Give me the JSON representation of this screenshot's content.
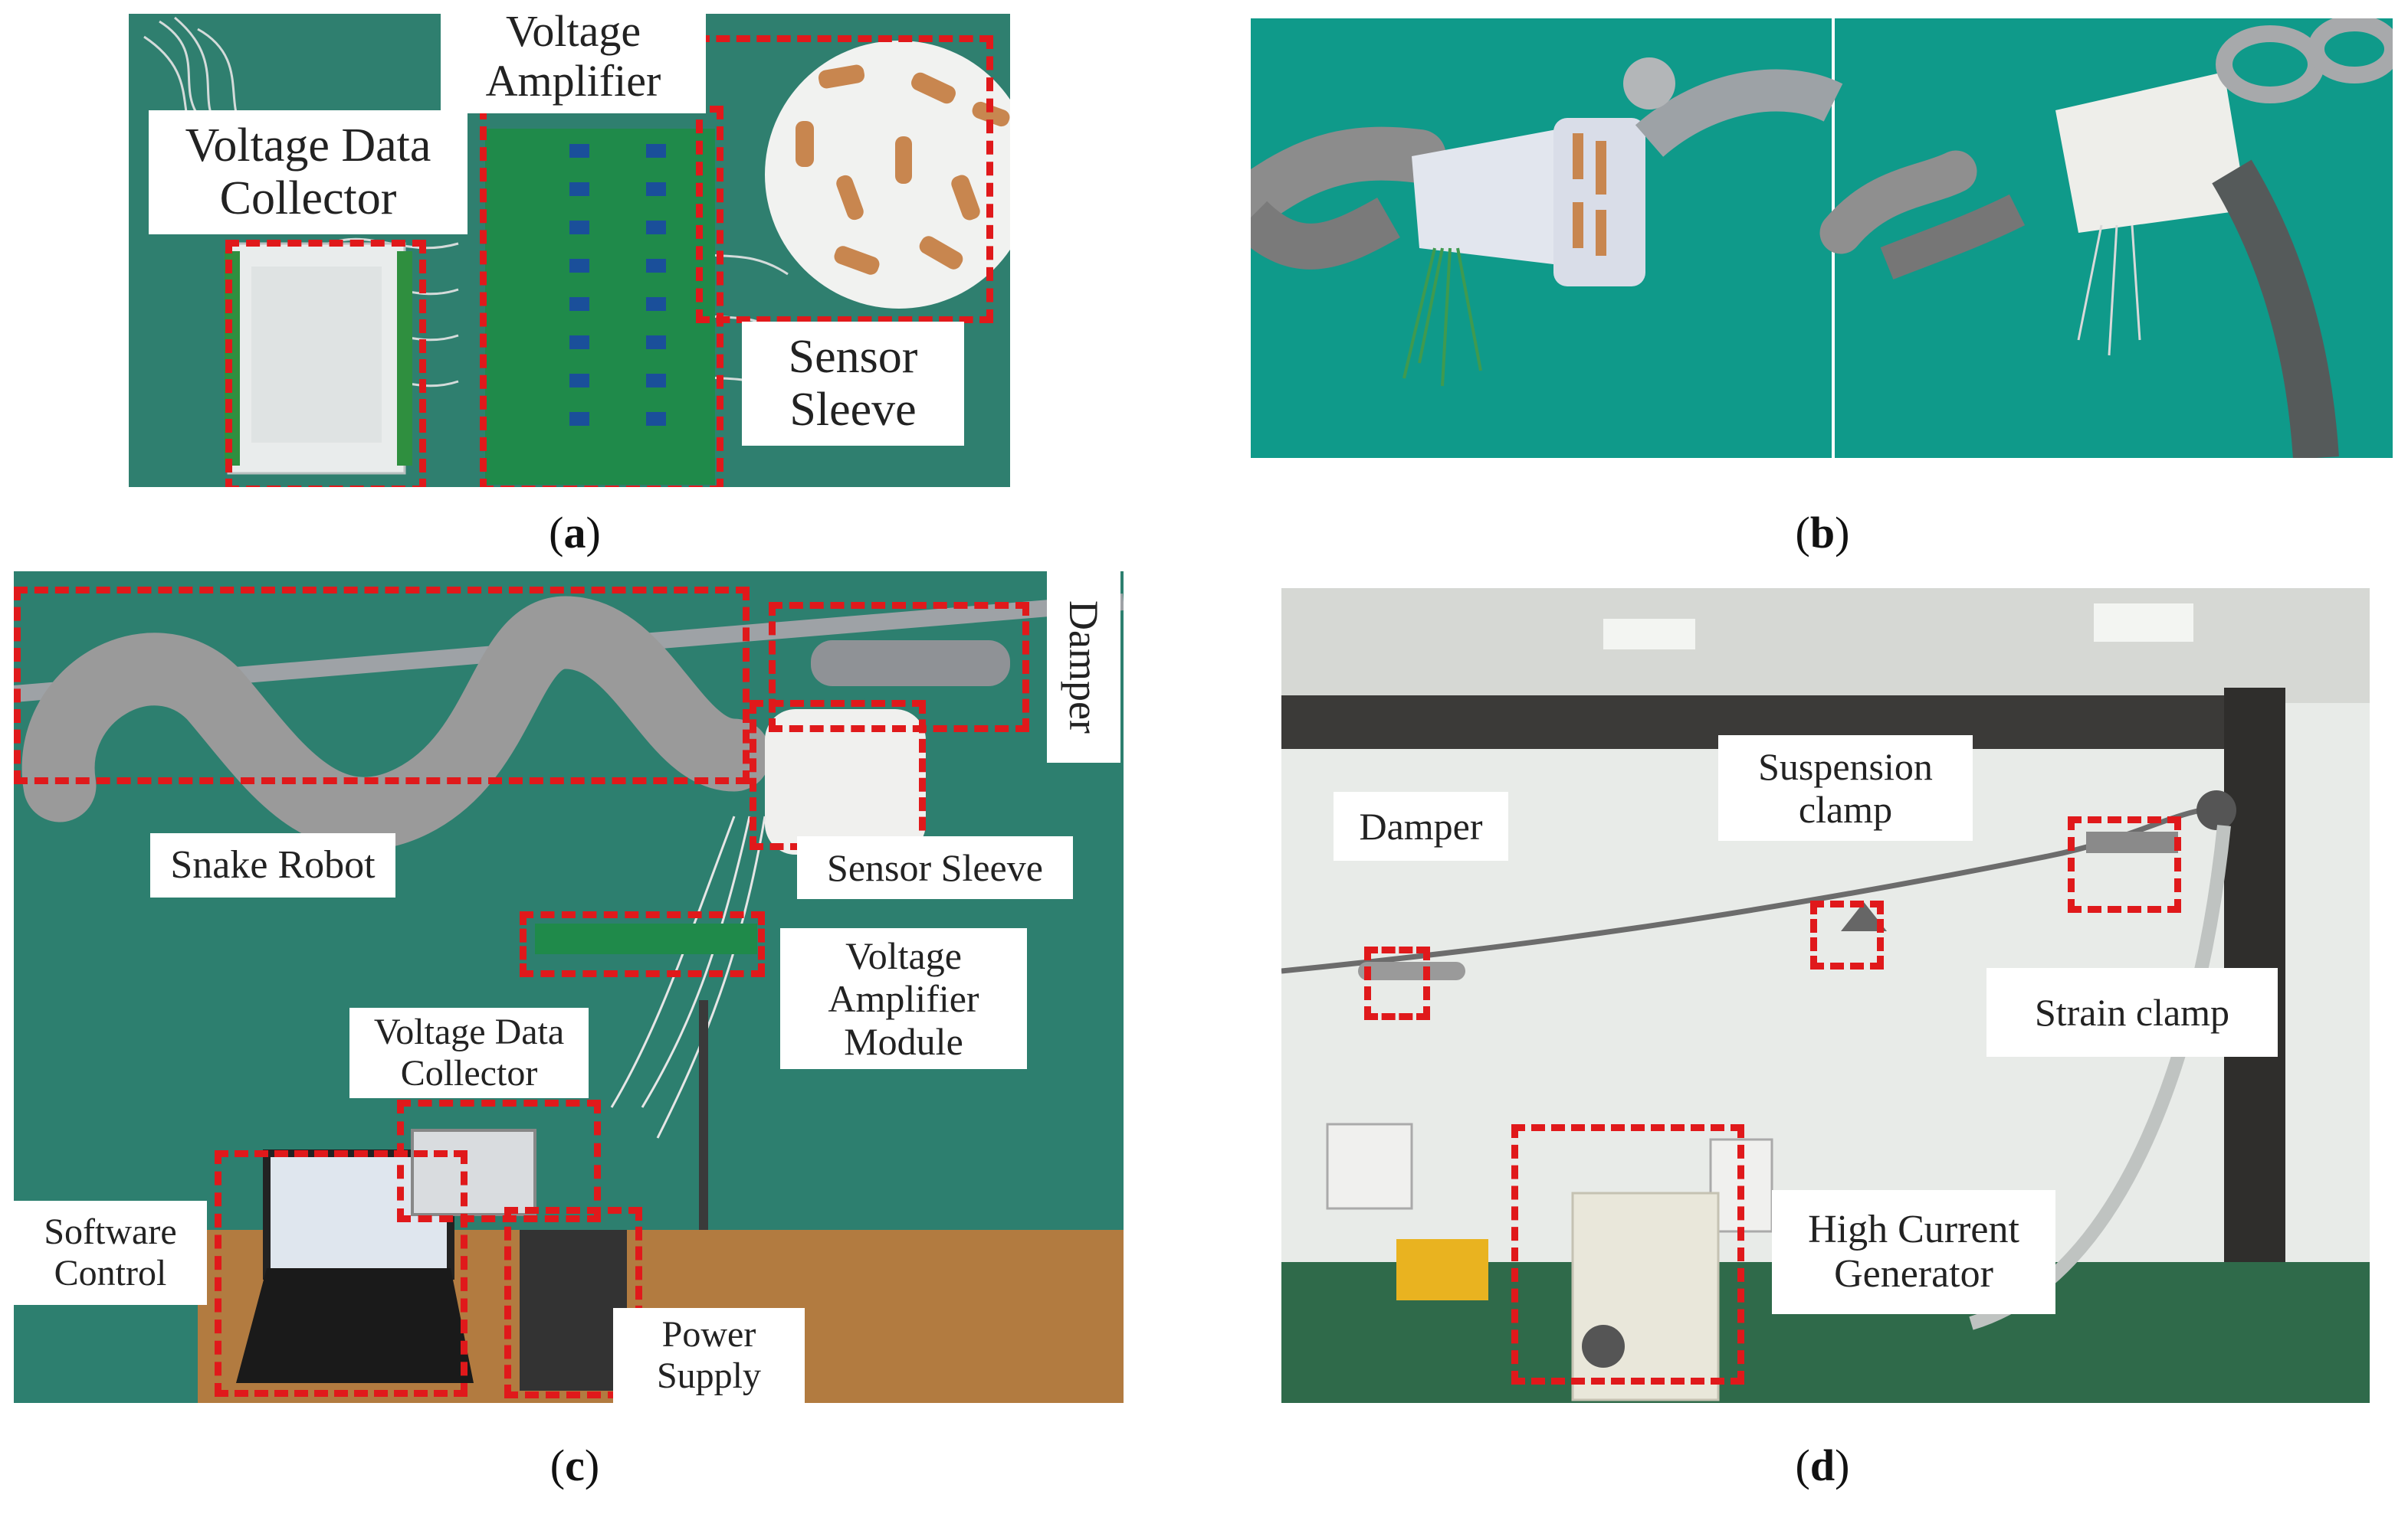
{
  "panels": {
    "a": {
      "caption_letter": "a",
      "labels": {
        "voltage_amplifier": [
          "Voltage",
          "Amplifier"
        ],
        "voltage_data_collector": [
          "Voltage Data",
          "Collector"
        ],
        "sensor_sleeve": [
          "Sensor",
          "Sleeve"
        ]
      },
      "background_color": "#2f7f6f"
    },
    "b": {
      "caption_letter": "b",
      "background_color": "#0f9a8a"
    },
    "c": {
      "caption_letter": "c",
      "labels": {
        "damper": "Damper",
        "snake_robot": "Snake Robot",
        "sensor_sleeve": "Sensor Sleeve",
        "voltage_amplifier_module": [
          "Voltage",
          "Amplifier",
          "Module"
        ],
        "voltage_data_collector": [
          "Voltage Data",
          "Collector"
        ],
        "software_control": [
          "Software",
          "Control"
        ],
        "power_supply": [
          "Power",
          "Supply"
        ]
      },
      "background_color": "#2d7f6f"
    },
    "d": {
      "caption_letter": "d",
      "labels": {
        "damper": "Damper",
        "suspension_clamp": [
          "Suspension",
          "clamp"
        ],
        "strain_clamp": "Strain clamp",
        "high_current_generator": [
          "High Current",
          "Generator"
        ]
      },
      "background_color": "#e8ebe8"
    }
  },
  "colors": {
    "highlight_dash": "#e0191b"
  }
}
